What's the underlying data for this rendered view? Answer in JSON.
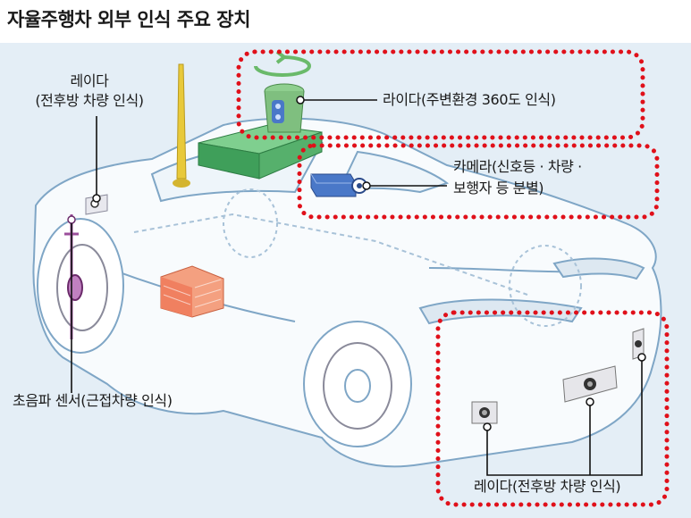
{
  "title": "자율주행차 외부 인식 주요 장치",
  "labels": {
    "radar_front_line1": "레이다",
    "radar_front_line2": "(전후방 차량 인식)",
    "lidar": "라이다(주변환경 360도 인식)",
    "camera_line1": "카메라(신호등 · 차량 ·",
    "camera_line2": "보행자 등 분별)",
    "ultrasonic": "초음파 센서(근접차량 인식)",
    "radar_rear": "레이다(전후방 차량 인식)"
  },
  "colors": {
    "panel": "#e4eef6",
    "highlight_box": "#e0101a",
    "lidar_unit": "#7fbf7f",
    "roof_rack": "#3f9f5a",
    "antenna": "#e8c93a",
    "battery": "#f08060",
    "camera": "#4a78c8",
    "ultrasonic": "#9b4f9b",
    "car_outline": "#7fa6c6"
  },
  "icons": [
    "rotation-arrow-icon",
    "lidar-icon",
    "camera-icon",
    "radar-sensor-icon",
    "ultrasonic-sensor-icon",
    "antenna-icon"
  ]
}
